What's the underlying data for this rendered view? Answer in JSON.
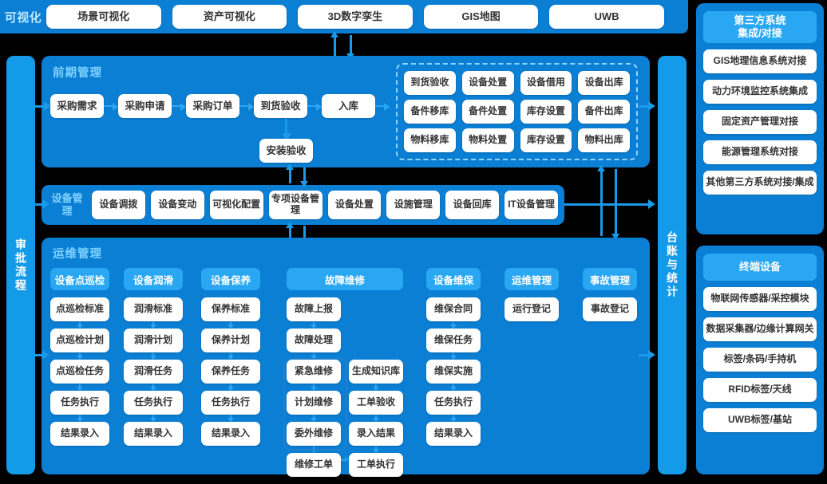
{
  "visualization_bar": {
    "label": "可视化",
    "items": [
      "场景可视化",
      "资产可视化",
      "3D数字孪生",
      "GIS地图",
      "UWB"
    ]
  },
  "left_rail": {
    "label": "审批流程"
  },
  "right_rail": {
    "label": "台账与统计"
  },
  "early_management": {
    "title": "前期管理",
    "chain": [
      "采购需求",
      "采购申请",
      "采购订单",
      "到货验收",
      "入库"
    ],
    "branch": "安装验收",
    "stock_grid": [
      "到货验收",
      "设备处置",
      "设备借用",
      "设备出库",
      "备件移库",
      "备件处置",
      "库存设置",
      "备件出库",
      "物料移库",
      "物料处置",
      "库存设置",
      "物料出库"
    ]
  },
  "device_management": {
    "title": "设备管理",
    "items": [
      "设备调拨",
      "设备变动",
      "可视化配置",
      "专项设备管理",
      "设备处置",
      "设施管理",
      "设备回库",
      "IT设备管理"
    ]
  },
  "ops_management": {
    "title": "运维管理",
    "columns": [
      {
        "head": "设备点巡检",
        "items": [
          "点巡检标准",
          "点巡检计划",
          "点巡检任务",
          "任务执行",
          "结果录入"
        ]
      },
      {
        "head": "设备润滑",
        "items": [
          "润滑标准",
          "润滑计划",
          "润滑任务",
          "任务执行",
          "结果录入"
        ]
      },
      {
        "head": "设备保养",
        "items": [
          "保养标准",
          "保养计划",
          "保养任务",
          "任务执行",
          "结果录入"
        ]
      },
      {
        "head": "故障维修",
        "items": [
          "故障上报",
          "故障处理",
          "紧急维修",
          "计划维修",
          "委外维修",
          "维修工单"
        ],
        "items_b": [
          "生成知识库",
          "工单验收",
          "录入结果",
          "工单执行"
        ]
      },
      {
        "head": "设备维保",
        "items": [
          "维保合同",
          "维保任务",
          "维保实施",
          "任务执行",
          "结果录入"
        ]
      },
      {
        "head": "运维管理",
        "items": [
          "运行登记"
        ]
      },
      {
        "head": "事故管理",
        "items": [
          "事故登记"
        ]
      }
    ]
  },
  "third_party": {
    "head": "第三方系统\n集成/对接",
    "items": [
      "GIS地理信息系统对接",
      "动力环境监控系统集成",
      "固定资产管理对接",
      "能源管理系统对接",
      "其他第三方系统对接/集成"
    ]
  },
  "terminal_devices": {
    "head": "终端设备",
    "items": [
      "物联网传感器/采控模块",
      "数据采集器/边缘计算网关",
      "标签/条码/手持机",
      "RFID标签/天线",
      "UWB标签/基站"
    ]
  },
  "colors": {
    "panel_blue": "#0b7fd4",
    "accent_blue": "#29a7f2",
    "title_text": "#7fd3ff",
    "chip_white": "#ffffff",
    "background": "#000000"
  }
}
